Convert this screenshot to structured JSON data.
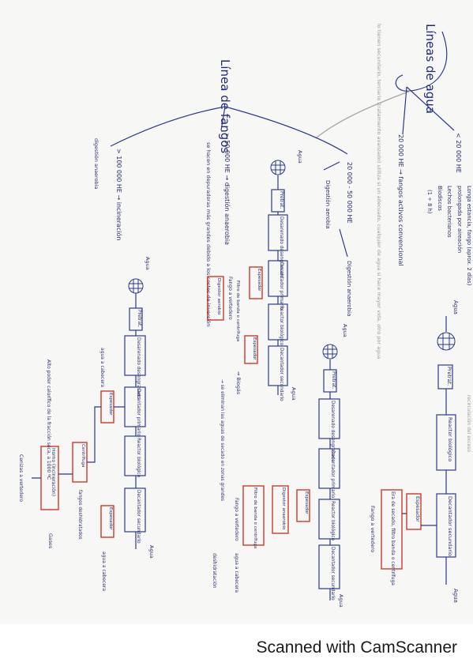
{
  "title_water": "Líneas de agua",
  "title_sludge": "Línea de fangos",
  "pencil_note": "lo tienen secundario, terciario (tratamiento avanzado) utiliza si un adecuado, cualquier de agua si hace mayor vida, otro por agua",
  "water": {
    "branch_small": "< 20 000 HE",
    "small_desc_1": "Longa estancia, fango (aprox. 2 días)",
    "small_desc_2": "prolongada por aireación",
    "small_desc_3": "Lechos bacterianos",
    "small_desc_4": "Biodiscos",
    "small_desc_5": "(1 ÷ 8 h)",
    "branch_medium": "20 000 HE → fangos activos convencional",
    "agua_in": "Agua",
    "agua_out": "Agua",
    "pretrat": "Pretrat.",
    "box_reactor": "Reactor biológico",
    "box_decant": "Decantador secundario",
    "note_recirc": "recirculación del exceso",
    "espesador": "Espesador",
    "red_text": "Era de secado, filtro banda o centrífuga",
    "disposal": "Fango a vertedero"
  },
  "sludge": {
    "branch_1": "20 000 - 50 000 HE",
    "sub_aerobic": "Digestión aerobia",
    "sub_anaerobic": "Digestión anaerobia",
    "branch_2": "> 50 000 HE → digestión anaerobia",
    "branch_2_note": "se hacen en depuradoras más grandes debido a los costes de inversión",
    "branch_3": "> 100 000 HE → incineración",
    "branch_3_note": "digestión anaerobia",
    "agua_in": "Agua",
    "agua_out": "Agua",
    "pretrat": "Pretrat.",
    "box_desarenado": "Desarenado desengrasado",
    "box_prim": "Decantador primario",
    "box_reactor": "Reactor biológico",
    "box_decant": "Decantador secundario",
    "espesador": "Espesador",
    "digest_anaerobio": "Digestor anaerobio",
    "digest_aerobio": "Digestor aerobio",
    "red_filter": "Filtro de banda o centrífuga",
    "biogas": "⇒ Biogás",
    "fango_vert": "Fango a vertedero",
    "agua_cabecera": "agua a cabecera",
    "deshidratacion": "deshidratación",
    "secado_note": "→ se eliminan las aguas de secado en zonas grandes",
    "red_horno": "Horno (incineración)",
    "cenizas": "Cenizas a vertedero",
    "gases": "Gases",
    "centrifuga": "Centrífuga",
    "fangos_deshid": "fangos deshidratados",
    "note_bottom": "Alto poder calorífico de la fracción seca, a 1000 ºC"
  },
  "footer": {
    "scanner": "Scanned with CamScanner"
  }
}
